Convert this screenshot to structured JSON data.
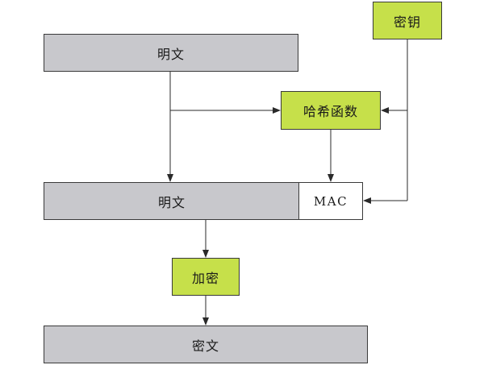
{
  "diagram": {
    "key_label": "密钥",
    "plaintext_top_label": "明文",
    "hash_function_label": "哈希函数",
    "plaintext_mid_label": "明文",
    "mac_label": "MAC",
    "encrypt_label": "加密",
    "ciphertext_label": "密文"
  },
  "colors": {
    "gray_fill": "#c8c8cc",
    "green_fill": "#c6e04a",
    "white_fill": "#ffffff",
    "stroke": "#3a3a3a"
  }
}
